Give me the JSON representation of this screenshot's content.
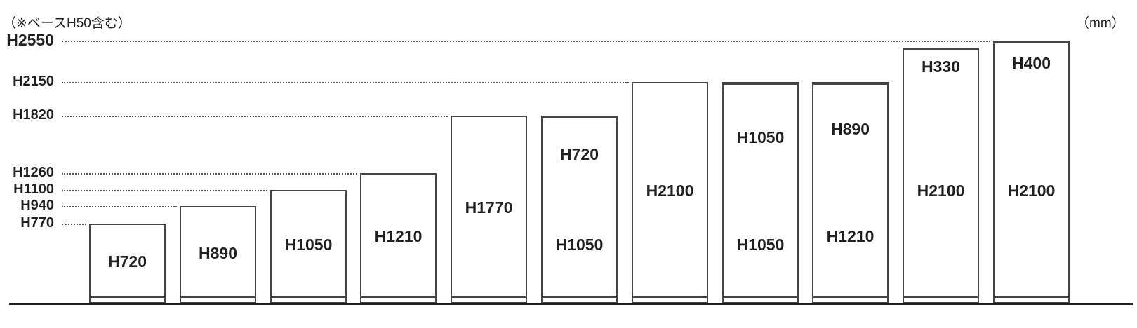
{
  "notes": {
    "left": "（※ベースH50含む）",
    "right": "（mm）"
  },
  "y_levels": [
    {
      "label": "H2550",
      "value": 2550,
      "big": true
    },
    {
      "label": "H2150",
      "value": 2150
    },
    {
      "label": "H1820",
      "value": 1820
    },
    {
      "label": "H1260",
      "value": 1260
    },
    {
      "label": "H1100",
      "value": 1100
    },
    {
      "label": "H940",
      "value": 940
    },
    {
      "label": "H770",
      "value": 770
    }
  ],
  "base_height": 50,
  "cabinets": [
    {
      "total": 770,
      "segments": [
        {
          "label": "H720",
          "value": 720
        }
      ]
    },
    {
      "total": 940,
      "segments": [
        {
          "label": "H890",
          "value": 890
        }
      ]
    },
    {
      "total": 1100,
      "segments": [
        {
          "label": "H1050",
          "value": 1050
        }
      ]
    },
    {
      "total": 1260,
      "segments": [
        {
          "label": "H1210",
          "value": 1210
        }
      ]
    },
    {
      "total": 1820,
      "segments": [
        {
          "label": "H1770",
          "value": 1770
        }
      ]
    },
    {
      "total": 1820,
      "segments": [
        {
          "label": "H1050",
          "value": 1050
        },
        {
          "label": "H720",
          "value": 720
        }
      ]
    },
    {
      "total": 2150,
      "segments": [
        {
          "label": "H2100",
          "value": 2100
        }
      ]
    },
    {
      "total": 2150,
      "segments": [
        {
          "label": "H1050",
          "value": 1050
        },
        {
          "label": "H1050",
          "value": 1050
        }
      ]
    },
    {
      "total": 2150,
      "segments": [
        {
          "label": "H1210",
          "value": 1210
        },
        {
          "label": "H890",
          "value": 890
        }
      ]
    },
    {
      "total": 2480,
      "segments": [
        {
          "label": "H2100",
          "value": 2100
        },
        {
          "label": "H330",
          "value": 330
        }
      ]
    },
    {
      "total": 2550,
      "segments": [
        {
          "label": "H2100",
          "value": 2100
        },
        {
          "label": "H400",
          "value": 400
        }
      ]
    }
  ]
}
